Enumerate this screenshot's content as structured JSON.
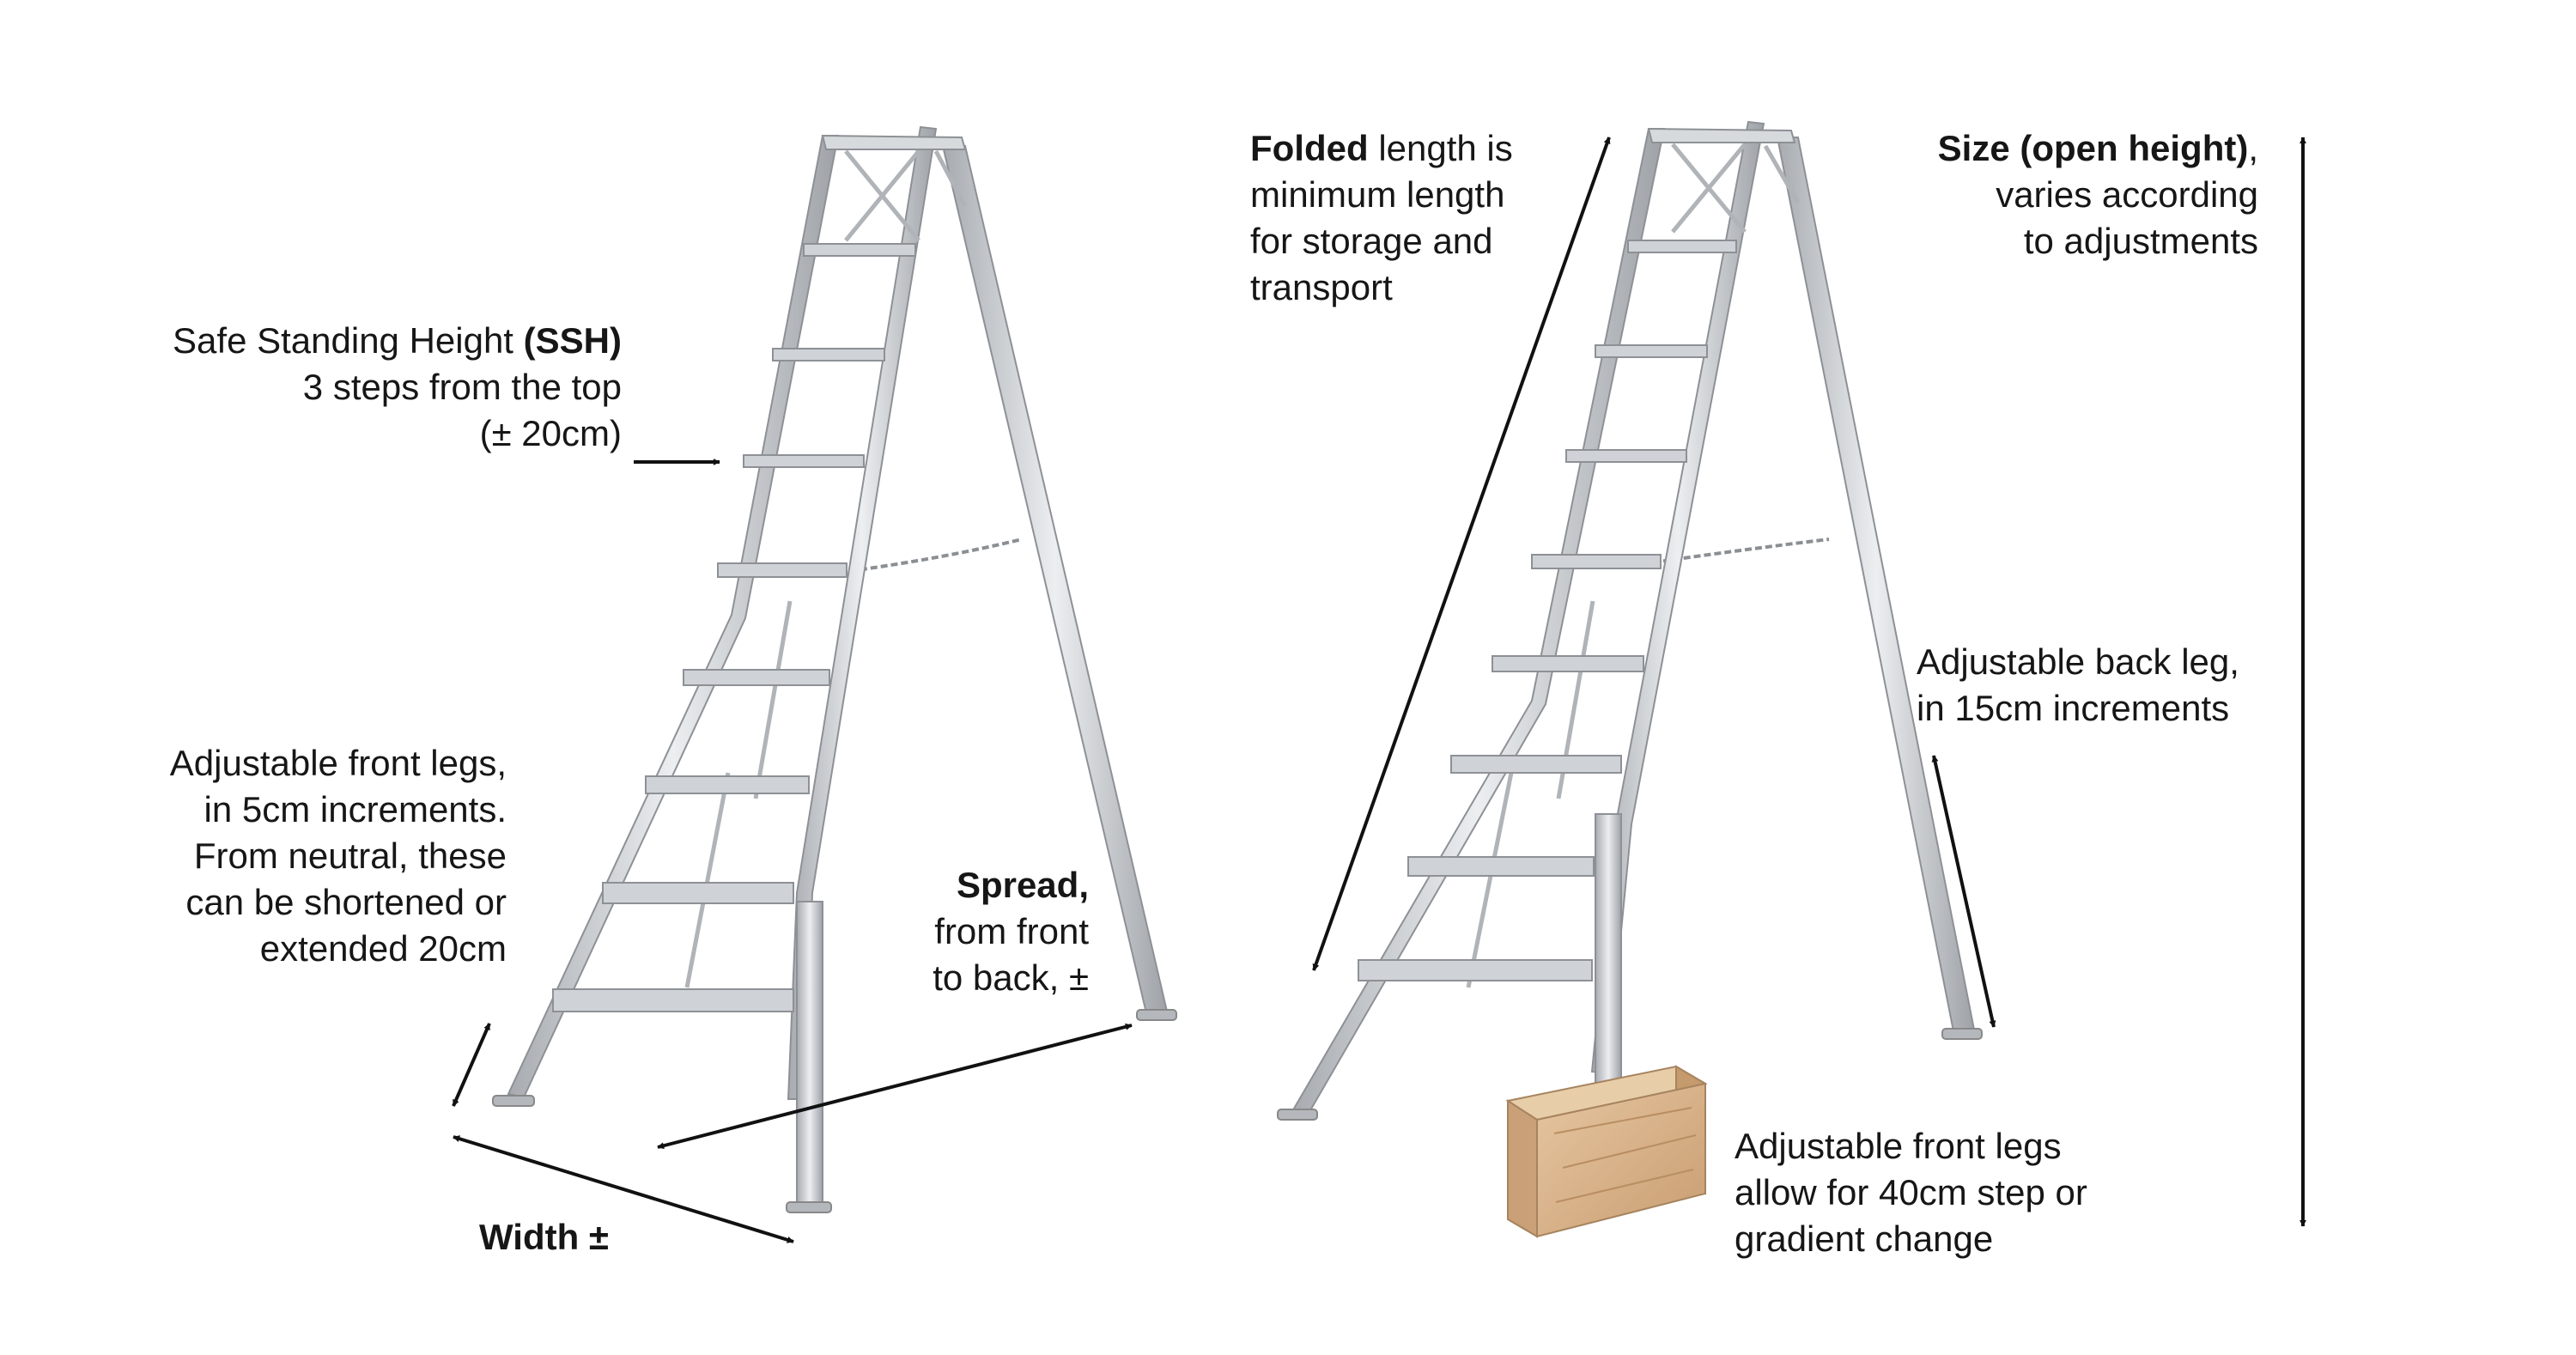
{
  "annotations": {
    "ssh": {
      "line1_text": "Safe Standing Height ",
      "line1_bold": "(SSH)",
      "line2": "3 steps from the top",
      "line3": "(± 20cm)"
    },
    "front_legs_adjust": {
      "lines": [
        "Adjustable  front legs,",
        "in 5cm increments.",
        "From neutral, these",
        "can be shortened or",
        "extended 20cm"
      ]
    },
    "spread": {
      "bold": "Spread,",
      "line2": "from front",
      "line3": "to back, ±"
    },
    "width": {
      "bold": "Width ±"
    },
    "folded": {
      "bold": "Folded",
      "line1_rest": " length is",
      "line2": "minimum length",
      "line3": "for storage and",
      "line4": "transport"
    },
    "size": {
      "bold": "Size (open height)",
      "line1_rest": ",",
      "line2": "varies according",
      "line3": "to adjustments"
    },
    "back_leg": {
      "line1": "Adjustable back leg,",
      "line2": "in 15cm increments"
    },
    "step_change": {
      "line1": "Adjustable front legs",
      "line2": "allow for 40cm step or",
      "line3": "gradient change"
    }
  },
  "colors": {
    "text": "#161616",
    "arrow": "#111111",
    "aluminium": "#c9ccd0",
    "aluminium_dark": "#9ea2a7",
    "wood": "#d8b48e"
  }
}
